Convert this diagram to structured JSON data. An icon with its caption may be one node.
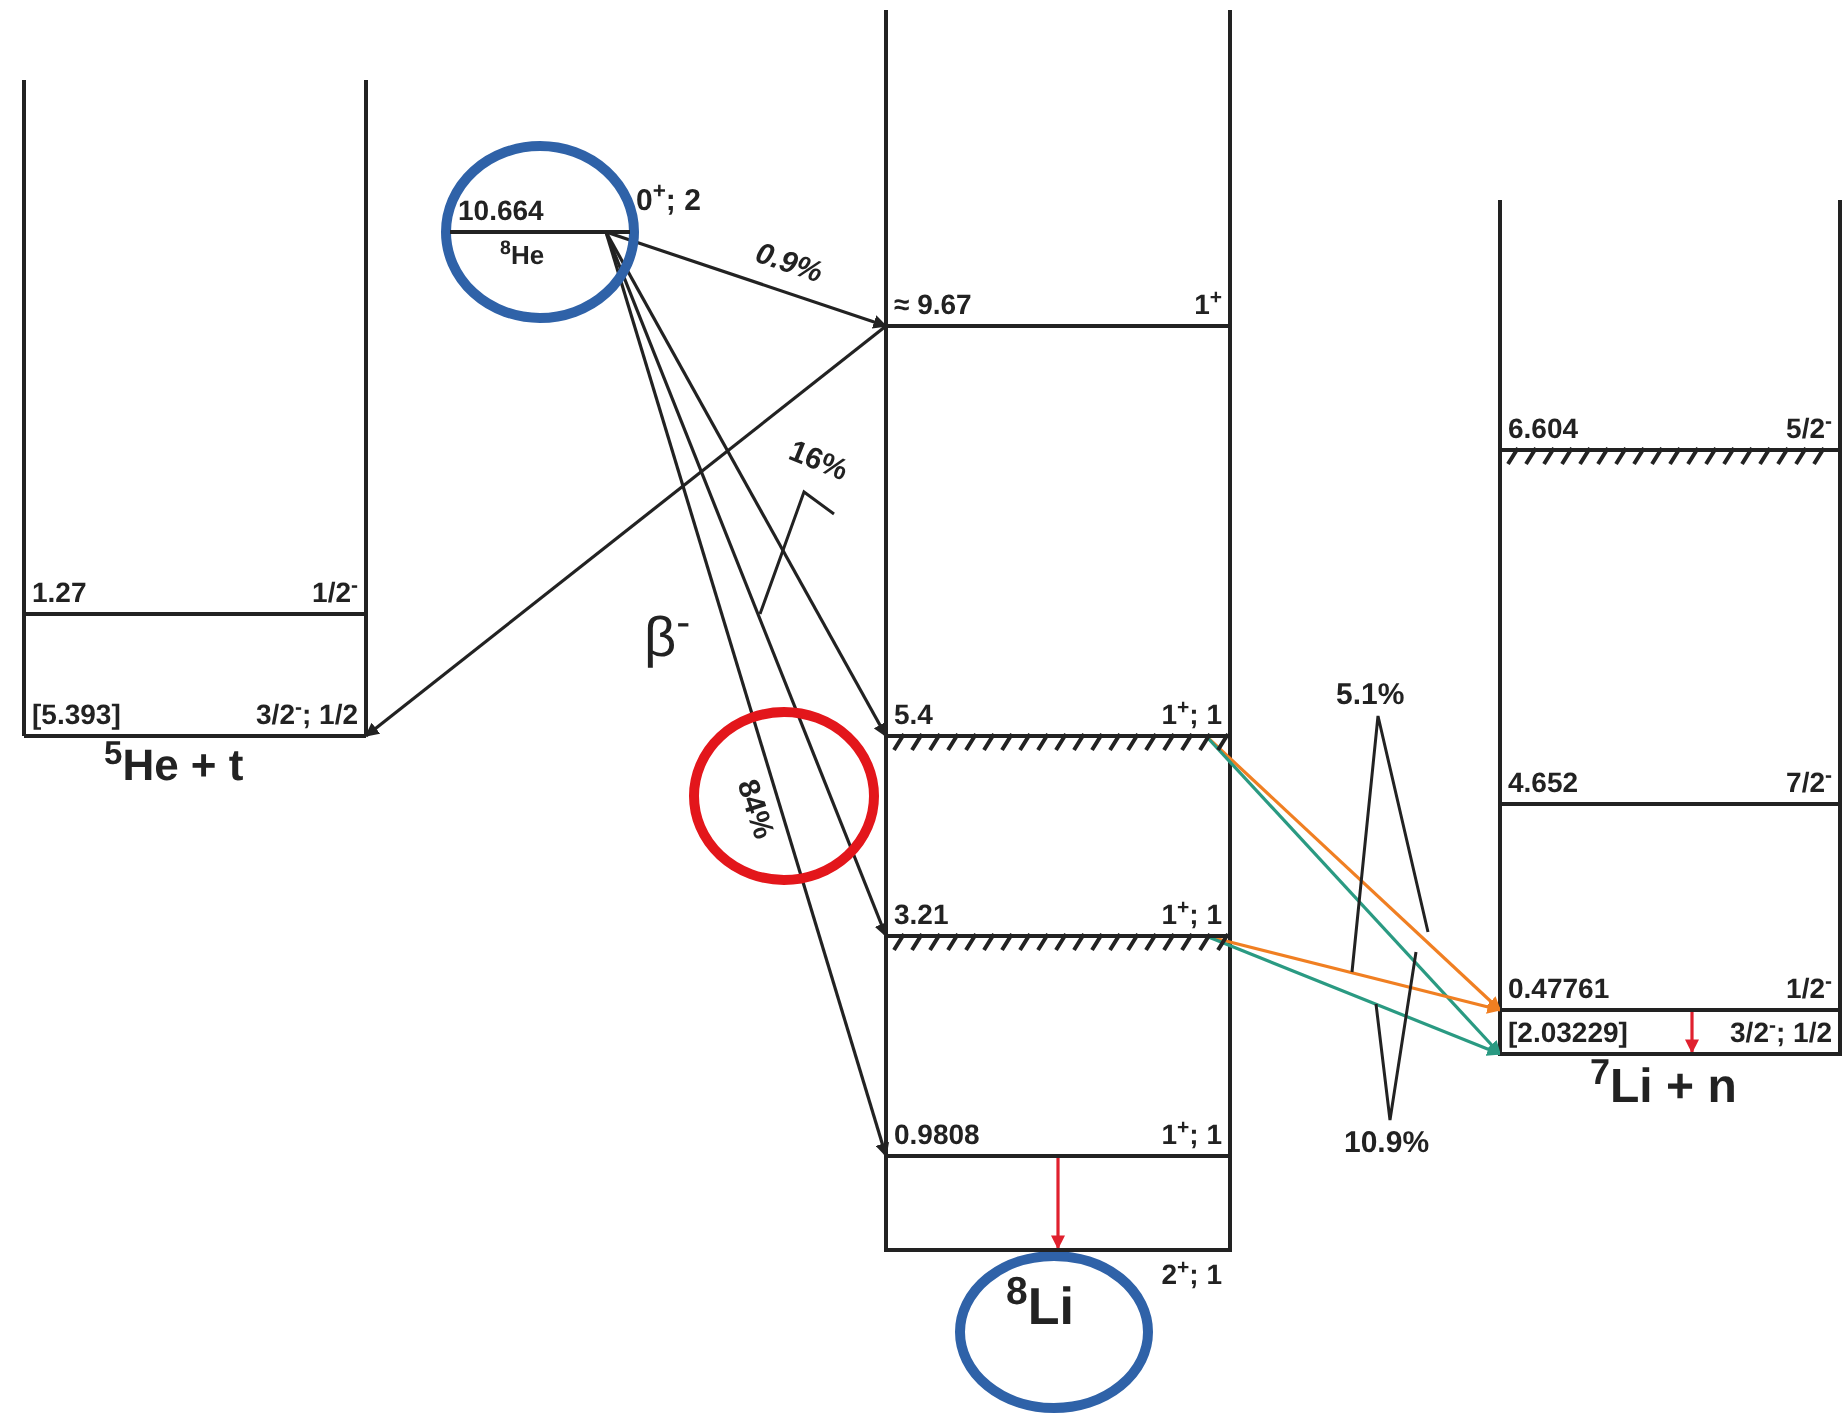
{
  "diagram": {
    "nodes": [
      {
        "text": [
          "10.664"
        ],
        "beside": [
          "0$^{+}$; 2",
          "$^{8}$He"
        ]
      },
      {
        "text": [
          "≈ 9.67",
          "1$^{+}$"
        ]
      },
      {
        "text": [
          "5.4",
          "1$^{+}$; 1"
        ]
      },
      {
        "text": [
          "3.21",
          "1$^{+}$; 1"
        ]
      },
      {
        "text": [
          "0.9808",
          "1$^{+}$; 1"
        ]
      },
      {
        "text": [
          "2$^{+}$; 1"
        ]
      },
      {
        "text": [
          "1.27",
          "1/2$^{-}$"
        ]
      },
      {
        "text": [
          "[5.393]",
          "3/2$^{-}$; 1/2"
        ]
      },
      {
        "text": [
          "6.604",
          "5/2$^{-}$"
        ]
      },
      {
        "text": [
          "4.652",
          "7/2$^{-}$"
        ]
      },
      {
        "text": [
          "0.47761",
          "1/2$^{-}$"
        ]
      },
      {
        "text": [
          "[2.03229]",
          "3/2$^{-}$; 1/2"
        ]
      }
    ],
    "edges": [
      {
        "from": 0,
        "to": 1,
        "arrow": "to",
        "label": "0.9%"
      },
      {
        "from": 0,
        "to": 2,
        "arrow": "to"
      },
      {
        "from": 0,
        "to": 3,
        "arrow": "to"
      },
      {
        "from": 0,
        "to": 4,
        "arrow": "to"
      },
      {
        "from": 1,
        "to": 7,
        "arrow": "to"
      },
      {
        "from": 2,
        "to": 10,
        "arrow": "to",
        "color": "#f07f22"
      },
      {
        "from": 2,
        "to": 11,
        "arrow": "to",
        "color": "#2a9a82"
      },
      {
        "from": 3,
        "to": 10,
        "arrow": "to",
        "color": "#f07f22"
      },
      {
        "from": 3,
        "to": 11,
        "arrow": "to",
        "color": "#2a9a82"
      },
      {
        "from": 4,
        "to": 5,
        "arrow": "to",
        "color": "#e0202e"
      },
      {
        "from": 10,
        "to": 11,
        "arrow": "to",
        "color": "#e0202e"
      }
    ],
    "labels": [
      "16%",
      "β$^{-}$",
      "84%",
      "5.1%",
      "10.9%",
      "$^{5}$He + t",
      "$^{8}$Li",
      "$^{7}$Li + n"
    ]
  }
}
